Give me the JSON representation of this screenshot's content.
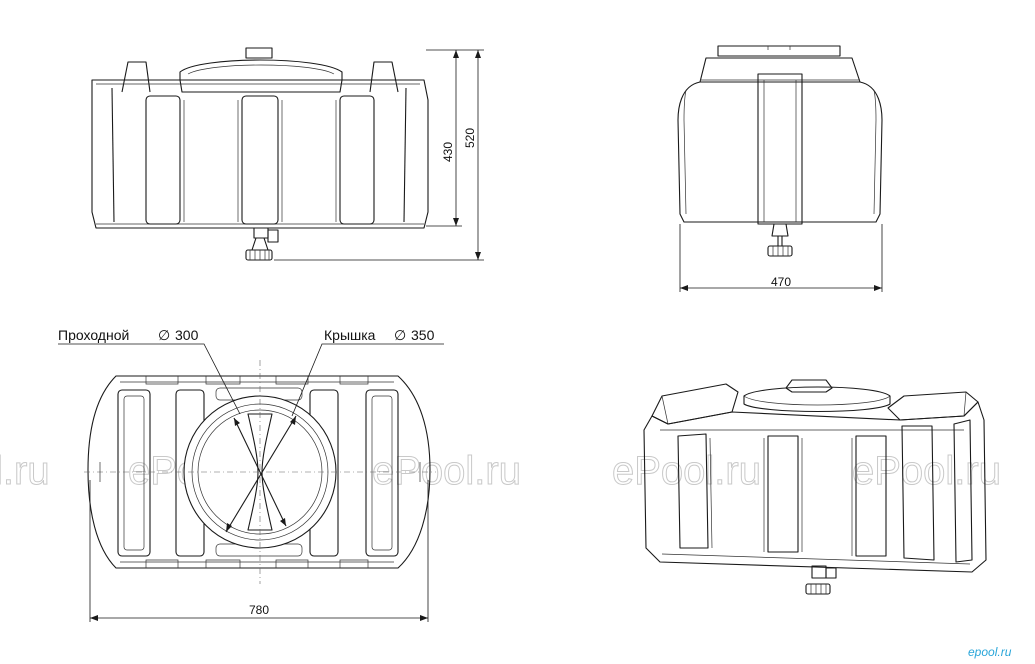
{
  "dimensions": {
    "length": "780",
    "width": "470",
    "body_height": "430",
    "total_height": "520"
  },
  "callouts": {
    "passage": "Проходной",
    "passage_diameter": "300",
    "lid": "Крышка",
    "lid_diameter": "350",
    "diameter_symbol": "∅"
  },
  "watermark": {
    "text": "ePool.ru",
    "partial_left": "l.ru",
    "brand": "epool.ru"
  }
}
